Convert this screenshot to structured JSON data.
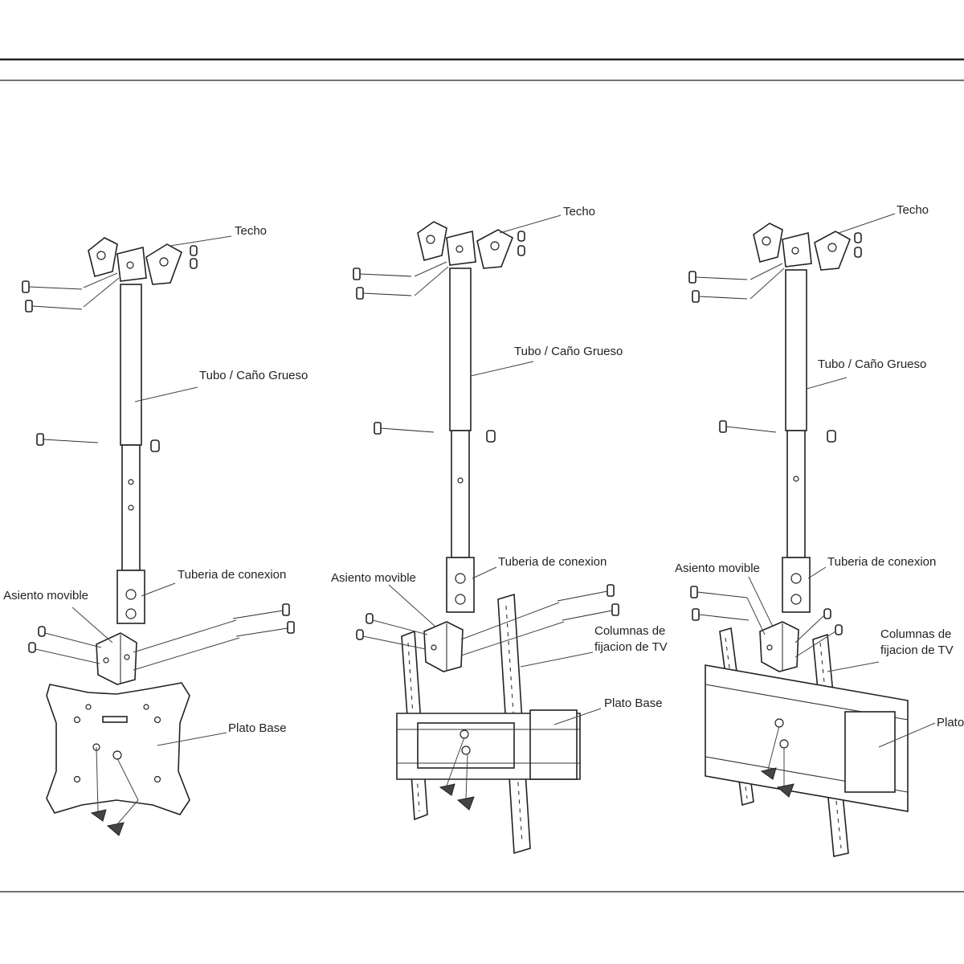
{
  "panels": [
    {
      "techo": "Techo",
      "tubo": "Tubo / Caño Grueso",
      "tuberia": "Tuberia de conexion",
      "asiento": "Asiento movible",
      "plato": "Plato Base"
    },
    {
      "techo": "Techo",
      "tubo": "Tubo / Caño Grueso",
      "tuberia": "Tuberia de conexion",
      "asiento": "Asiento movible",
      "columnas_1": "Columnas de",
      "columnas_2": "fijacion de TV",
      "plato": "Plato Base"
    },
    {
      "techo": "Techo",
      "tubo": "Tubo / Caño Grueso",
      "tuberia": "Tuberia de conexion",
      "asiento": "Asiento movible",
      "columnas_1": "Columnas de",
      "columnas_2": "fijacion de TV",
      "plato": "Plato Base"
    }
  ]
}
